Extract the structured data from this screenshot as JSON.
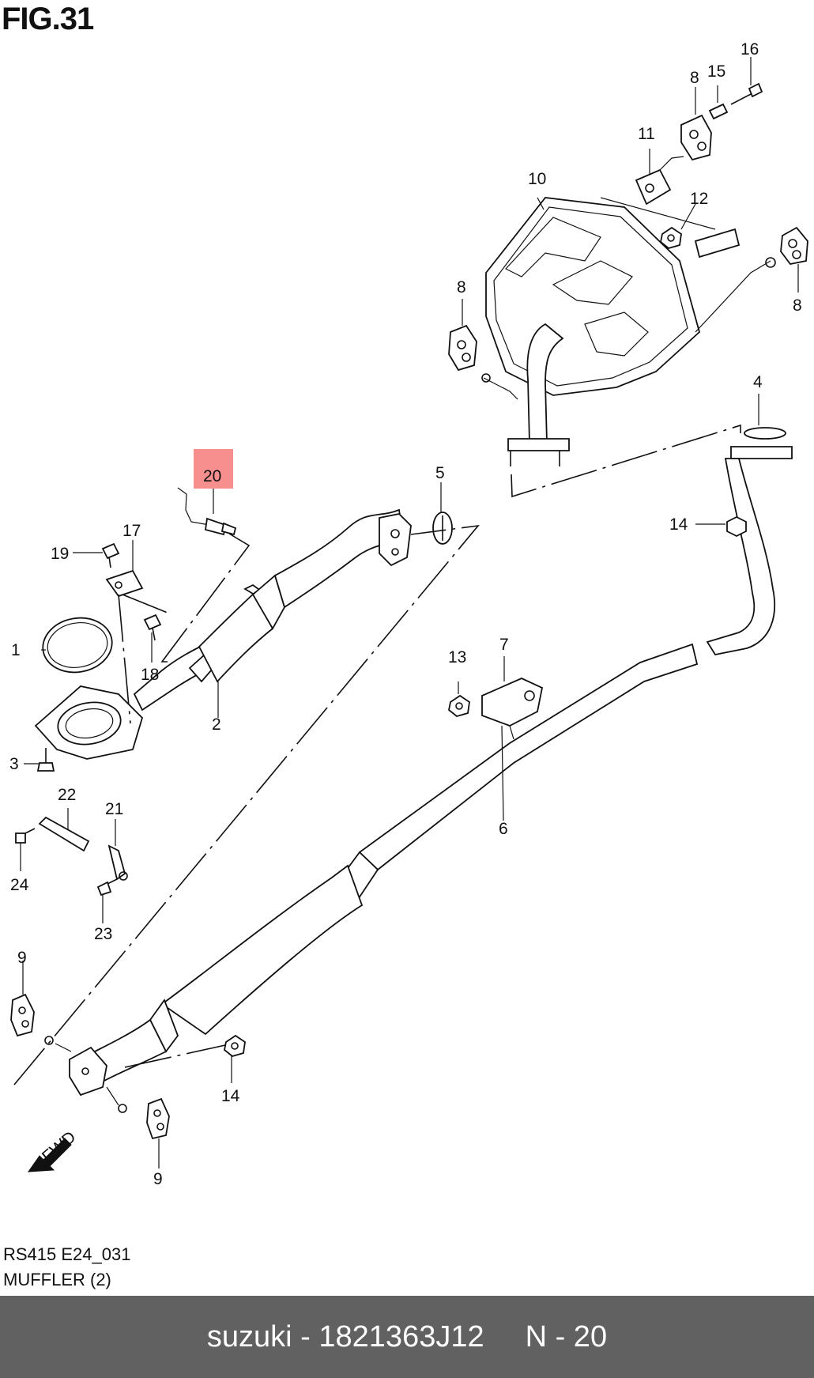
{
  "figure": {
    "title": "FIG.31"
  },
  "parts": {
    "p1": "1",
    "p2": "2",
    "p3": "3",
    "p4": "4",
    "p5": "5",
    "p6": "6",
    "p7": "7",
    "p8a": "8",
    "p8b": "8",
    "p8c": "8",
    "p9a": "9",
    "p9b": "9",
    "p10": "10",
    "p11": "11",
    "p12": "12",
    "p13": "13",
    "p14a": "14",
    "p14b": "14",
    "p15": "15",
    "p16": "16",
    "p17": "17",
    "p18": "18",
    "p19": "19",
    "p20": "20",
    "p21": "21",
    "p22": "22",
    "p23": "23",
    "p24": "24"
  },
  "fwd_label": "FWD",
  "highlight_color": "#f78f8f",
  "footer": {
    "code": "RS415 E24_031",
    "name": "MUFFLER (2)"
  },
  "bar": {
    "part_number": "suzuki - 1821363J12",
    "position": "N - 20"
  }
}
